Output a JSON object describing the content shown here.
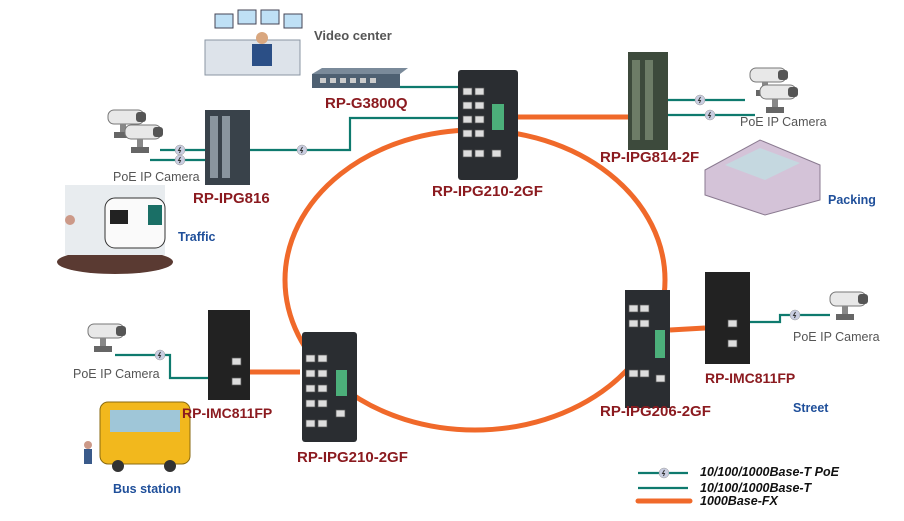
{
  "colors": {
    "fiber": "#f0692a",
    "copper": "#0e7a6e",
    "device_label": "#8b1a1f",
    "place_label": "#1f4f9a"
  },
  "places": {
    "video_center": "Video center",
    "packing": "Packing",
    "traffic": "Traffic",
    "street": "Street",
    "bus_station": "Bus station"
  },
  "devices": {
    "g3800q": "RP-G3800Q",
    "ipg210_top": "RP-IPG210-2GF",
    "ipg814": "RP-IPG814-2F",
    "ipg816": "RP-IPG816",
    "imc811_right": "RP-IMC811FP",
    "ipg206": "RP-IPG206-2GF",
    "ipg210_bottom": "RP-IPG210-2GF",
    "imc811_left": "RP-IMC811FP"
  },
  "cameras": {
    "label": "PoE IP Camera"
  },
  "legend": [
    {
      "label": "10/100/1000Base-T PoE",
      "style": "copper-poe"
    },
    {
      "label": "10/100/1000Base-T",
      "style": "copper"
    },
    {
      "label": "1000Base-FX",
      "style": "fiber"
    }
  ]
}
